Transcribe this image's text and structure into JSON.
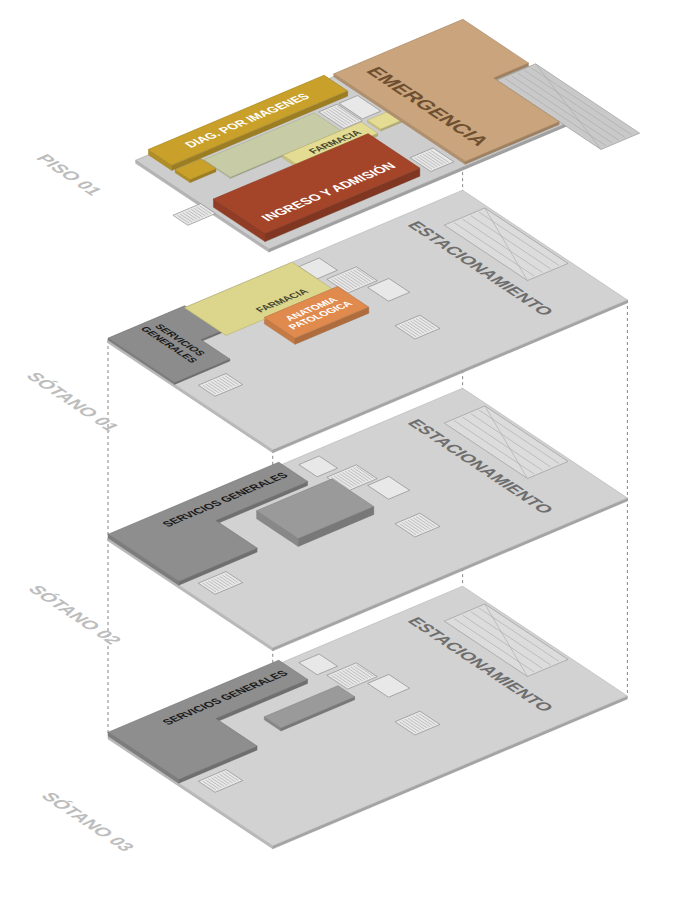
{
  "diagram": {
    "nodes": [
      {
        "text": [
          "EMERGENCIA"
        ]
      },
      {
        "text": [
          "DIAG. POR IMAGENES"
        ]
      },
      {
        "text": [
          "FARMACIA"
        ]
      },
      {
        "text": [
          "INGRESO Y ADMISIÓN"
        ]
      },
      {
        "text": [
          "ESTACIONAMIENTO"
        ]
      },
      {
        "text": [
          "SERVICIOS GENERALES"
        ],
        "in": 4
      },
      {
        "text": [
          "FARMACIA"
        ],
        "in": 4
      },
      {
        "text": [
          "ANATOMIA PATOLOGICA"
        ],
        "in": 4
      },
      {
        "text": [
          "ESTACIONAMIENTO"
        ]
      },
      {
        "text": [
          "SERVICIOS GENERALES"
        ],
        "in": 8
      },
      {
        "text": [
          "ESTACIONAMIENTO"
        ]
      },
      {
        "text": [
          "SERVICIOS GENERALES"
        ],
        "in": 10
      }
    ],
    "labels": [
      "PISO 01",
      "SÓTANO 01",
      "SÓTANO 02",
      "SÓTANO 03"
    ]
  }
}
